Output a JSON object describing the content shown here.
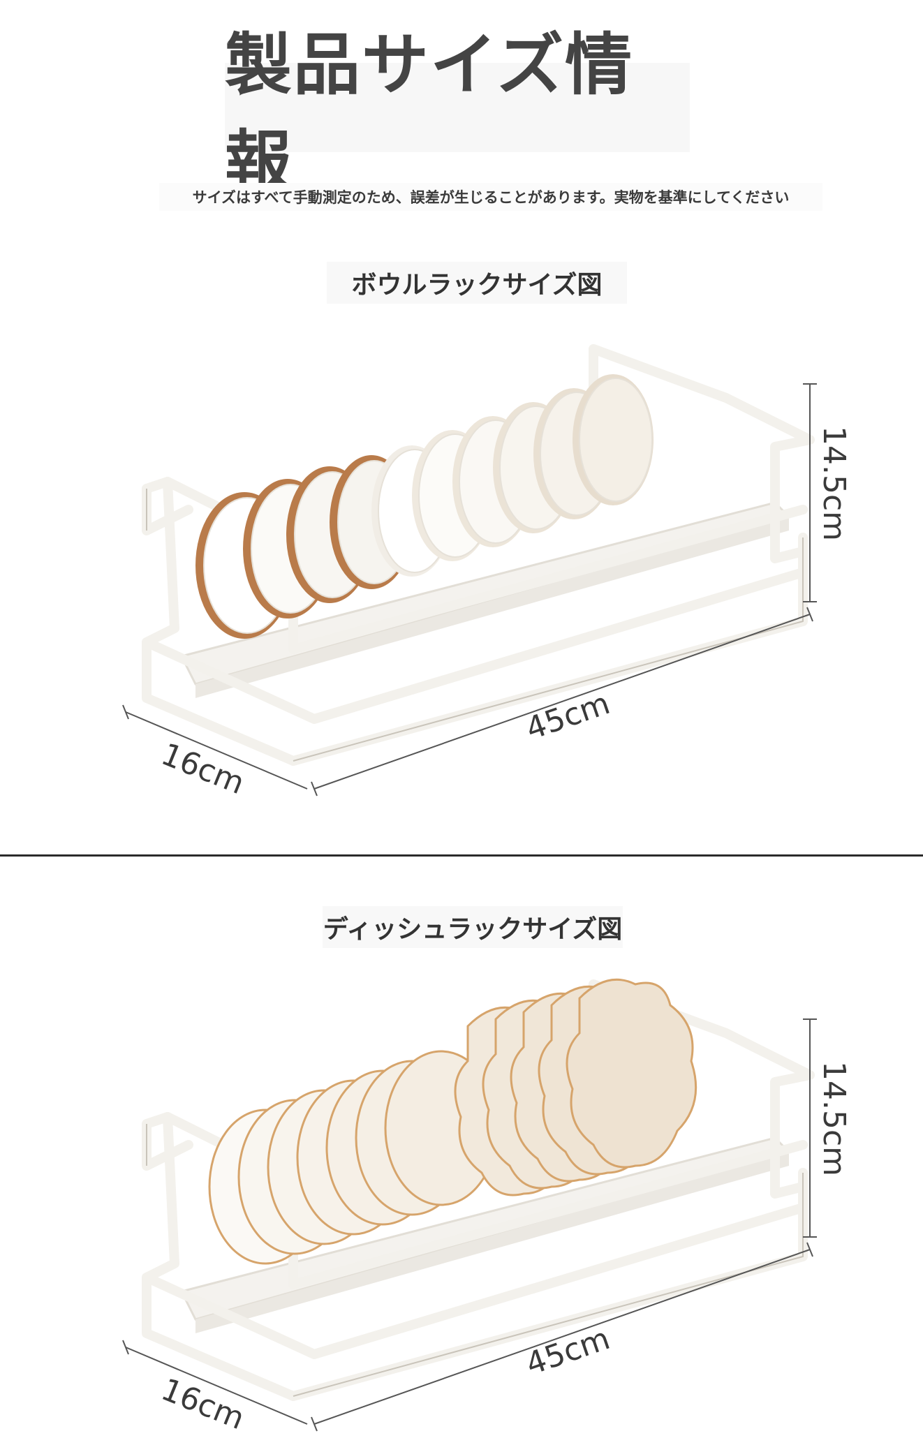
{
  "title": "製品サイズ情報",
  "note": "サイズはすべて手動測定のため、誤差が生じることがあります。実物を基準にしてください",
  "sections": [
    {
      "heading": "ボウルラックサイズ図",
      "height": "14.5cm",
      "length": "45cm",
      "depth": "16cm"
    },
    {
      "heading": "ディッシュラックサイズ図",
      "height": "14.5cm",
      "length": "45cm",
      "depth": "16cm"
    }
  ]
}
